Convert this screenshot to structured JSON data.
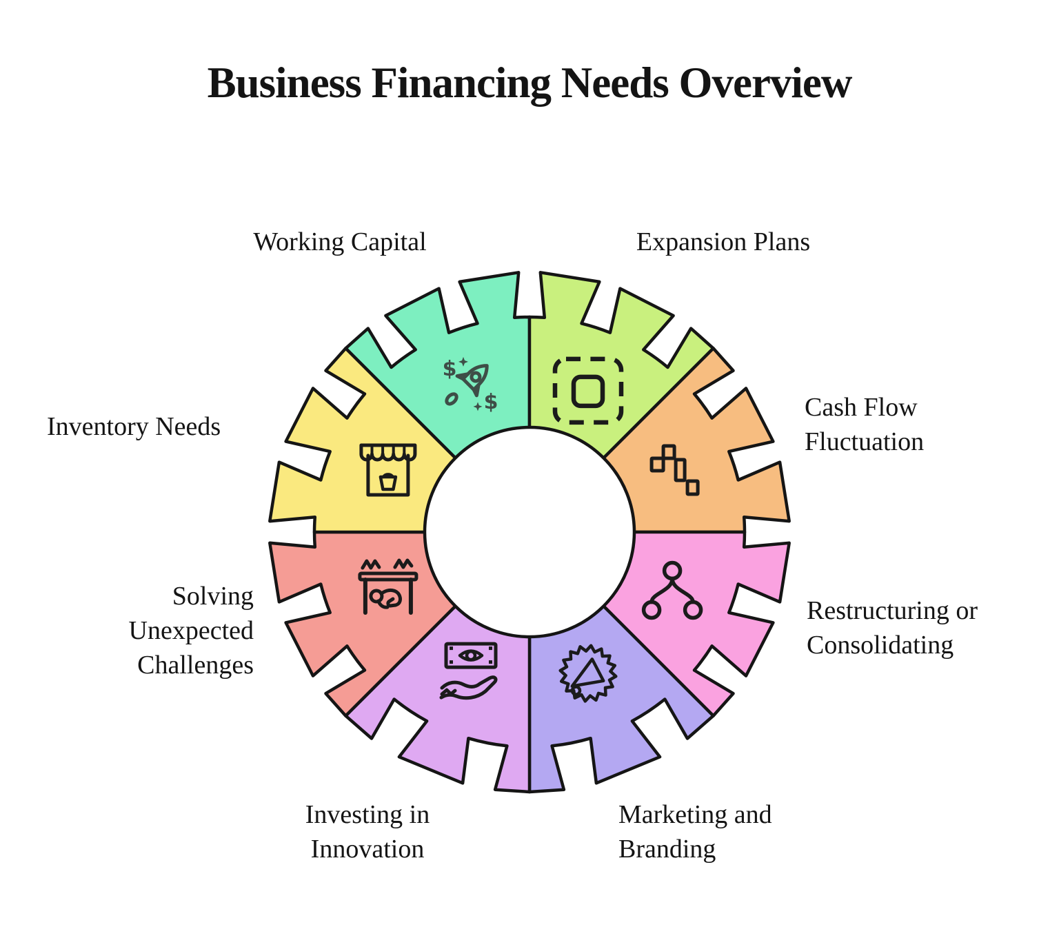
{
  "title": "Business Financing Needs Overview",
  "background_color": "#FFFFFF",
  "outline_color": "#151515",
  "diagram": {
    "type": "segmented-gear-infographic",
    "segment_count": 8,
    "center_shape": "white-circle",
    "segments": [
      {
        "id": "working-capital",
        "label_lines": [
          "Working Capital"
        ],
        "color": "#7DEFC0",
        "icon": "rocket-dollars-icon",
        "icon_color": "#3E4E47"
      },
      {
        "id": "expansion-plans",
        "label_lines": [
          "Expansion Plans"
        ],
        "color": "#C9F07E",
        "icon": "selection-frame-icon",
        "icon_color": "#1B1B1B"
      },
      {
        "id": "cash-flow-fluctuation",
        "label_lines": [
          "Cash Flow",
          "Fluctuation"
        ],
        "color": "#F7BD80",
        "icon": "scattered-squares-icon",
        "icon_color": "#1B1B1B"
      },
      {
        "id": "restructuring-or-consolidating",
        "label_lines": [
          "Restructuring or",
          "Consolidating"
        ],
        "color": "#FAA2E0",
        "icon": "tree-network-icon",
        "icon_color": "#1B1B1B"
      },
      {
        "id": "marketing-and-branding",
        "label_lines": [
          "Marketing and",
          "Branding"
        ],
        "color": "#B4A8F2",
        "icon": "megaphone-burst-icon",
        "icon_color": "#1B1B1B"
      },
      {
        "id": "investing-in-innovation",
        "label_lines": [
          "Investing in",
          "Innovation"
        ],
        "color": "#DFA9F2",
        "icon": "cash-in-hand-icon",
        "icon_color": "#1B1B1B"
      },
      {
        "id": "solving-unexpected-challenges",
        "label_lines": [
          "Solving",
          "Unexpected",
          "Challenges"
        ],
        "color": "#F59C95",
        "icon": "obstacle-crawl-icon",
        "icon_color": "#1B1B1B"
      },
      {
        "id": "inventory-needs",
        "label_lines": [
          "Inventory Needs"
        ],
        "color": "#FAE97F",
        "icon": "storefront-icon",
        "icon_color": "#1B1B1B"
      }
    ]
  }
}
